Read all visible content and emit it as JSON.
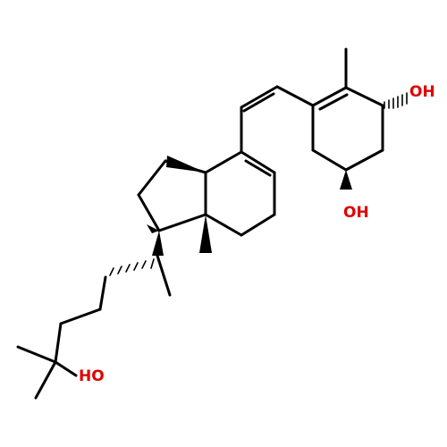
{
  "structure": {
    "atom_labels": [
      {
        "id": "oh-top",
        "text": "OH",
        "color": "#e00000"
      },
      {
        "id": "oh-mid",
        "text": "OH",
        "color": "#e00000"
      },
      {
        "id": "oh-bottom",
        "text": "HO",
        "color": "#e00000"
      }
    ]
  }
}
